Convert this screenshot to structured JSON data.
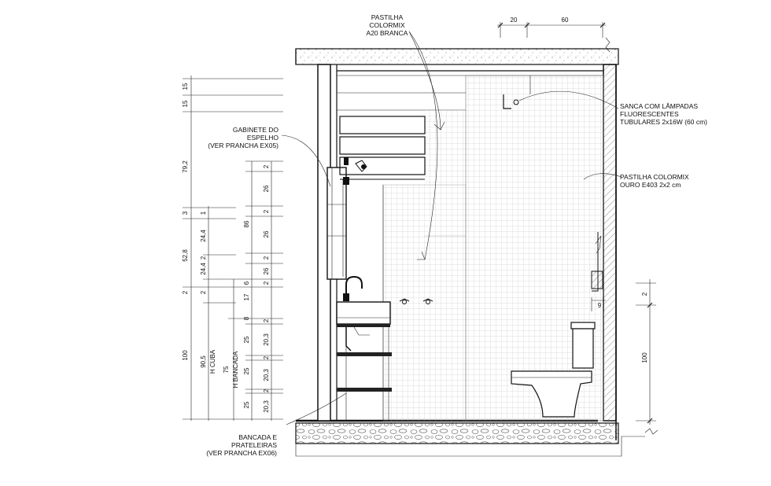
{
  "annotations": {
    "pastilha_a20": [
      "PASTILHA",
      "COLORMIX",
      "A20 BRANCA"
    ],
    "gabinete": [
      "GABINETE DO",
      "ESPELHO",
      "(VER PRANCHA EX05)"
    ],
    "sanca": [
      "SANCA COM LÂMPADAS",
      "FLUORESCENTES",
      "TUBULARES 2x16W (60 cm)"
    ],
    "pastilha_e403": [
      "PASTILHA COLORMIX",
      "OURO E403 2x2 cm"
    ],
    "bancada": [
      "BANCADA E",
      "PRATELEIRAS",
      "(VER PRANCHA EX06)"
    ]
  },
  "dimensions": {
    "top": [
      "20",
      "60"
    ],
    "left_outer": [
      "15",
      "15",
      "79,2",
      "3",
      "52,8",
      "2",
      "100"
    ],
    "left_second": [
      "1",
      "24,4",
      "2",
      "24,4",
      "2",
      "90,5",
      "H CUBA"
    ],
    "left_third": [
      "86",
      "6",
      "17",
      "8",
      "25",
      "75",
      "H BANCADA",
      "25",
      "25"
    ],
    "left_fourth": [
      "2",
      "26",
      "2",
      "26",
      "2",
      "26",
      "2",
      "2",
      "20,3",
      "2",
      "20,3",
      "2",
      "20,3"
    ],
    "toilet_gap": "9",
    "right": [
      "2",
      "100"
    ]
  }
}
